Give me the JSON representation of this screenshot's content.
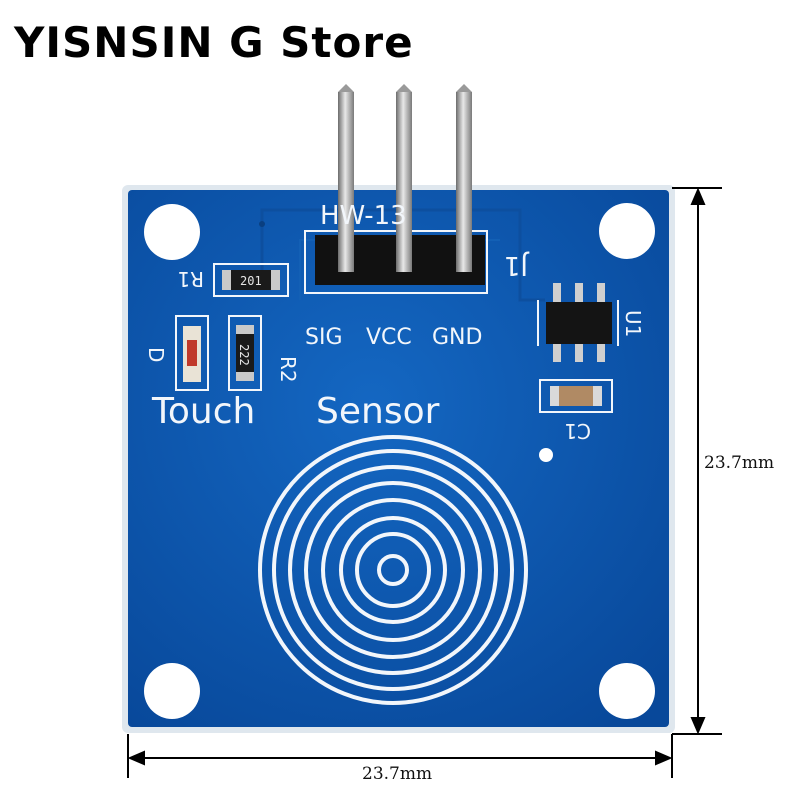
{
  "store_name": "YISNSIN G Store",
  "board": {
    "model": "HW-13",
    "header_label": "J1",
    "pins": [
      "SIG",
      "VCC",
      "GND"
    ],
    "title_left": "Touch",
    "title_right": "Sensor",
    "components": {
      "r1_label": "R1",
      "r1_value": "201",
      "r2_label": "R2",
      "r2_value": "222",
      "led_label": "D",
      "ic_label": "U1",
      "cap_label": "C1"
    }
  },
  "dimensions": {
    "width_label": "23.7mm",
    "height_label": "23.7mm"
  },
  "colors": {
    "pcb_blue": "#0b58b0",
    "pcb_edge": "#d8e2ea",
    "silkscreen": "#f2f6fb"
  }
}
